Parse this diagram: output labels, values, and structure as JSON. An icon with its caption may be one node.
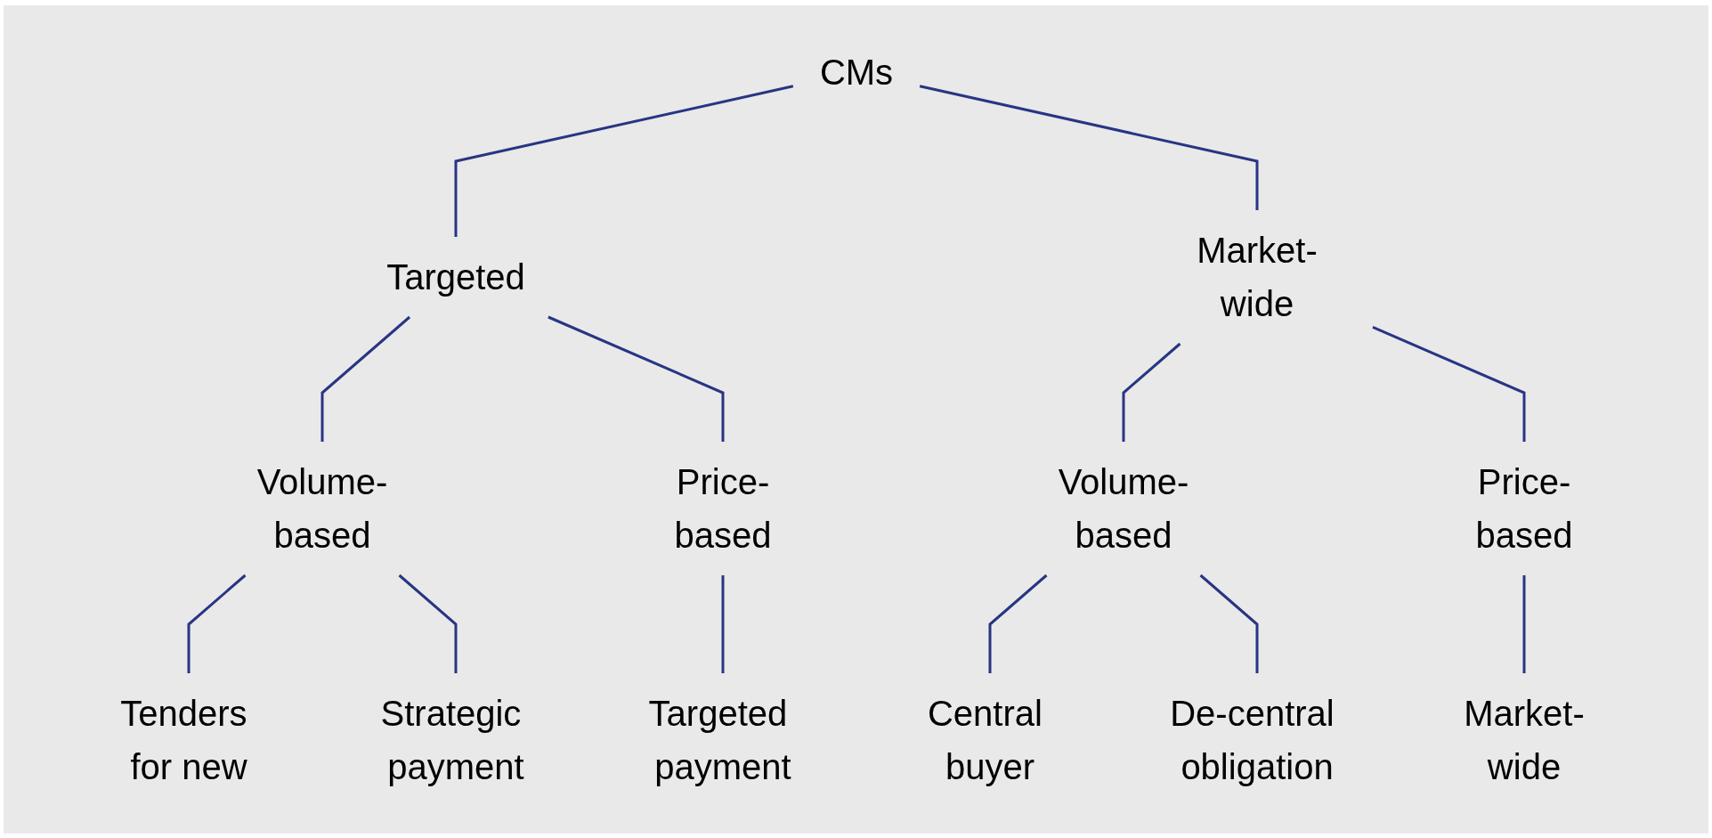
{
  "diagram": {
    "nodes": [
      {
        "text": [
          "CMs"
        ]
      },
      {
        "text": [
          "Targeted"
        ]
      },
      {
        "text": [
          "Market-wide"
        ]
      },
      {
        "text": [
          "Volume-based"
        ]
      },
      {
        "text": [
          "Price-based"
        ]
      },
      {
        "text": [
          "Volume-based"
        ]
      },
      {
        "text": [
          "Price-based"
        ]
      },
      {
        "text": [
          "Tenders for new"
        ]
      },
      {
        "text": [
          "Strategic payment"
        ]
      },
      {
        "text": [
          "Targeted payment"
        ]
      },
      {
        "text": [
          "Central buyer"
        ]
      },
      {
        "text": [
          "De-central obligation"
        ]
      },
      {
        "text": [
          "Market-wide"
        ]
      }
    ],
    "edges": [
      {
        "from": 0,
        "to": 1,
        "arrow": "none"
      },
      {
        "from": 0,
        "to": 2,
        "arrow": "none"
      },
      {
        "from": 1,
        "to": 3,
        "arrow": "none"
      },
      {
        "from": 1,
        "to": 4,
        "arrow": "none"
      },
      {
        "from": 2,
        "to": 5,
        "arrow": "none"
      },
      {
        "from": 2,
        "to": 6,
        "arrow": "none"
      },
      {
        "from": 3,
        "to": 7,
        "arrow": "none"
      },
      {
        "from": 3,
        "to": 8,
        "arrow": "none"
      },
      {
        "from": 4,
        "to": 9,
        "arrow": "none"
      },
      {
        "from": 5,
        "to": 10,
        "arrow": "none"
      },
      {
        "from": 5,
        "to": 11,
        "arrow": "none"
      },
      {
        "from": 6,
        "to": 12,
        "arrow": "none"
      }
    ]
  }
}
